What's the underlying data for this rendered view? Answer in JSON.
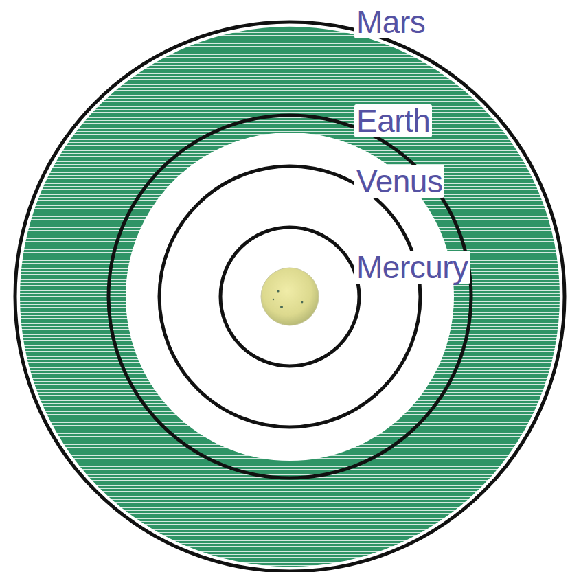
{
  "diagram": {
    "labels": [
      "Mars",
      "Earth",
      "Venus",
      "Mercury"
    ]
  }
}
